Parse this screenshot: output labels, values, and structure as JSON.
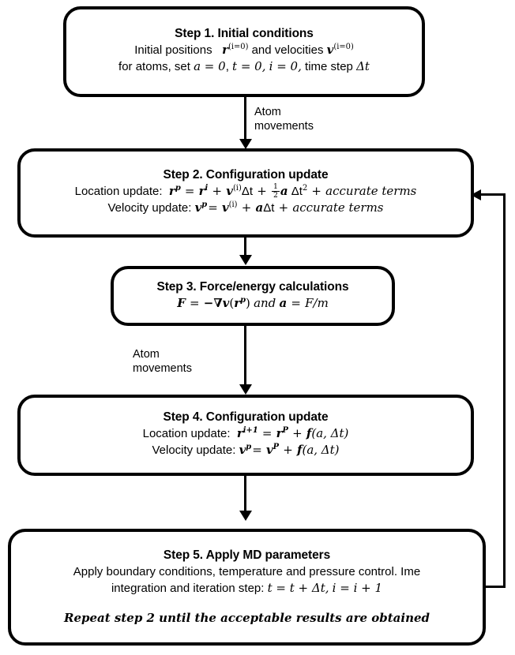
{
  "diagram": {
    "title": "Molecular dynamics simulation flowchart",
    "line_color": "#000000",
    "background": "#ffffff"
  },
  "nodes": [
    {
      "id": "step1",
      "title": "Step 1. Initial conditions",
      "line1_a": "Initial positions",
      "line1_r": "r",
      "line1_r_sup": "(i=0)",
      "line1_b": "and velocities",
      "line1_v": "v",
      "line1_v_sup": "(i=0)",
      "line2_a": "for atoms, set",
      "line2_eq1": "a = 0",
      "line2_sep1": ",",
      "line2_eq2": "t = 0,",
      "line2_eq3": "i = 0,",
      "line2_b": "time step",
      "line2_dt": "Δt"
    },
    {
      "id": "step2",
      "title": "Step 2. Configuration  update",
      "loc_label": "Location update:",
      "loc_lhs": "r",
      "loc_lhs_sup": "p",
      "loc_eq": "=",
      "loc_t1": "r",
      "loc_t1_sup": "i",
      "loc_plus1": "+",
      "loc_t2": "v",
      "loc_t2_sup": "(i)",
      "loc_t2_dt": "Δt",
      "loc_plus2": "+",
      "loc_frac_num": "1",
      "loc_frac_den": "2",
      "loc_t3": "a",
      "loc_t3_dt": "Δt",
      "loc_t3_sup": "2",
      "loc_plus3": "+",
      "loc_tail": "accurate terms",
      "vel_label": "Velocity update:",
      "vel_lhs": "v",
      "vel_lhs_sup": "p",
      "vel_eq": "=",
      "vel_t1": "v",
      "vel_t1_sup": "(i)",
      "vel_plus1": "+",
      "vel_t2": "a",
      "vel_t2_dt": "Δt",
      "vel_plus2": "+",
      "vel_tail": "accurate terms"
    },
    {
      "id": "step3",
      "title": "Step 3. Force/energy calculations",
      "eq_f": "F",
      "eq_eq1": "=",
      "eq_grad": "−∇",
      "eq_v": "v",
      "eq_open": "(",
      "eq_r": "r",
      "eq_r_sup": "p",
      "eq_close": ")",
      "eq_and": "and",
      "eq_a": "a",
      "eq_eq2": "=",
      "eq_fm": "F/m"
    },
    {
      "id": "step4",
      "title": "Step 4. Configuration  update",
      "loc_label": "Location update:",
      "loc_lhs": "r",
      "loc_lhs_sup": "i+1",
      "loc_eq": "=",
      "loc_t1": "r",
      "loc_t1_sup": "P",
      "loc_plus": "+",
      "loc_f": "f",
      "loc_args": "(a, Δt)",
      "vel_label": "Velocity update:",
      "vel_lhs": "v",
      "vel_lhs_sup": "p",
      "vel_eq": "=",
      "vel_t1": "v",
      "vel_t1_sup": "P",
      "vel_plus": "+",
      "vel_f": "f",
      "vel_args": "(a, Δt)"
    },
    {
      "id": "step5",
      "title": "Step 5. Apply MD parameters",
      "body_line1": "Apply boundary conditions, temperature and pressure control. Ime",
      "body_line2_a": "integration and iteration step:",
      "body_line2_eq1": "t = t + Δt,",
      "body_line2_eq2": "i = i + 1",
      "note": "Repeat step 2 until the acceptable results are obtained"
    }
  ],
  "edges": [
    {
      "id": "step1-to-step2",
      "label_line1": "Atom",
      "label_line2": "movements",
      "label_side": "right"
    },
    {
      "id": "step2-to-step3",
      "label_line1": "",
      "label_line2": ""
    },
    {
      "id": "step3-to-step4",
      "label_line1": "Atom",
      "label_line2": "movements",
      "label_side": "left"
    },
    {
      "id": "step4-to-step5",
      "label_line1": "",
      "label_line2": ""
    },
    {
      "id": "step5-to-step2-feedback",
      "label_line1": "",
      "label_line2": "",
      "direction": "right-side-loop-upward"
    }
  ]
}
